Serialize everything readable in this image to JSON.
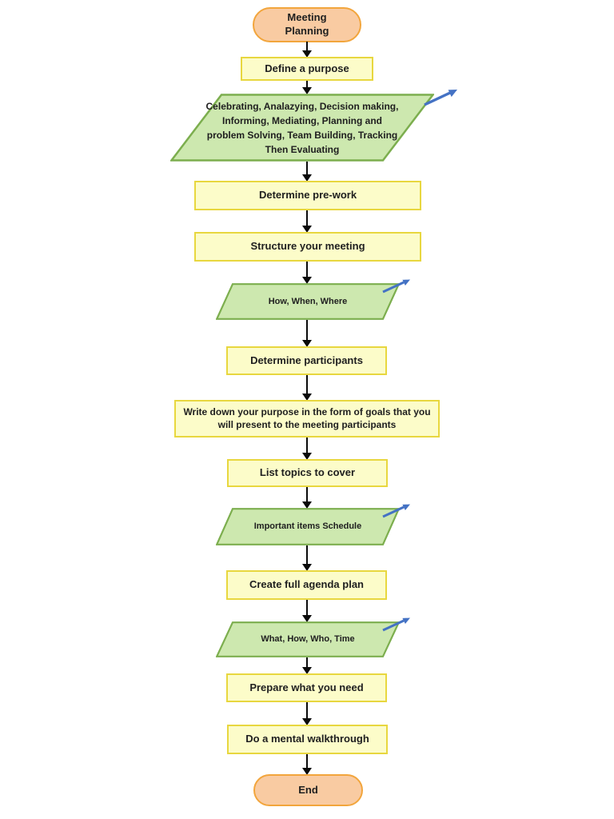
{
  "flowchart": {
    "title": "Meeting Planning flowchart",
    "nodes": [
      {
        "id": "start",
        "type": "terminator",
        "label": "Meeting\nPlanning"
      },
      {
        "id": "define-purpose",
        "type": "process",
        "label": "Define a purpose"
      },
      {
        "id": "purpose-types",
        "type": "data",
        "label": "Celebrating, Analazying, Decision making, Informing, Mediating, Planning and problem Solving, Team Building, Tracking Then Evaluating"
      },
      {
        "id": "determine-pre-work",
        "type": "process",
        "label": "Determine pre-work"
      },
      {
        "id": "structure-meeting",
        "type": "process",
        "label": "Structure your meeting"
      },
      {
        "id": "how-when-where",
        "type": "data",
        "label": "How, When, Where"
      },
      {
        "id": "determine-participants",
        "type": "process",
        "label": "Determine participants"
      },
      {
        "id": "write-down-goals",
        "type": "process",
        "label": "Write down your purpose in the form of goals that you will present to the meeting participants"
      },
      {
        "id": "list-topics",
        "type": "process",
        "label": "List topics to cover"
      },
      {
        "id": "important-items-schedule",
        "type": "data",
        "label": "Important items\nSchedule"
      },
      {
        "id": "create-agenda",
        "type": "process",
        "label": "Create full agenda plan"
      },
      {
        "id": "what-how-who-time",
        "type": "data",
        "label": "What, How, Who, Time"
      },
      {
        "id": "prepare-what-you-need",
        "type": "process",
        "label": "Prepare what you need"
      },
      {
        "id": "mental-walkthrough",
        "type": "process",
        "label": "Do a mental walkthrough"
      },
      {
        "id": "end",
        "type": "terminator",
        "label": "End"
      }
    ],
    "colors": {
      "terminator_fill": "#F9CBA2",
      "terminator_border": "#F2A53C",
      "process_fill": "#FCFCC9",
      "process_border": "#E8D73F",
      "data_fill": "#CDE8AF",
      "data_border": "#7CAE4E",
      "connector": "#0A0A0A",
      "accent_arrow": "#4472C4"
    }
  }
}
